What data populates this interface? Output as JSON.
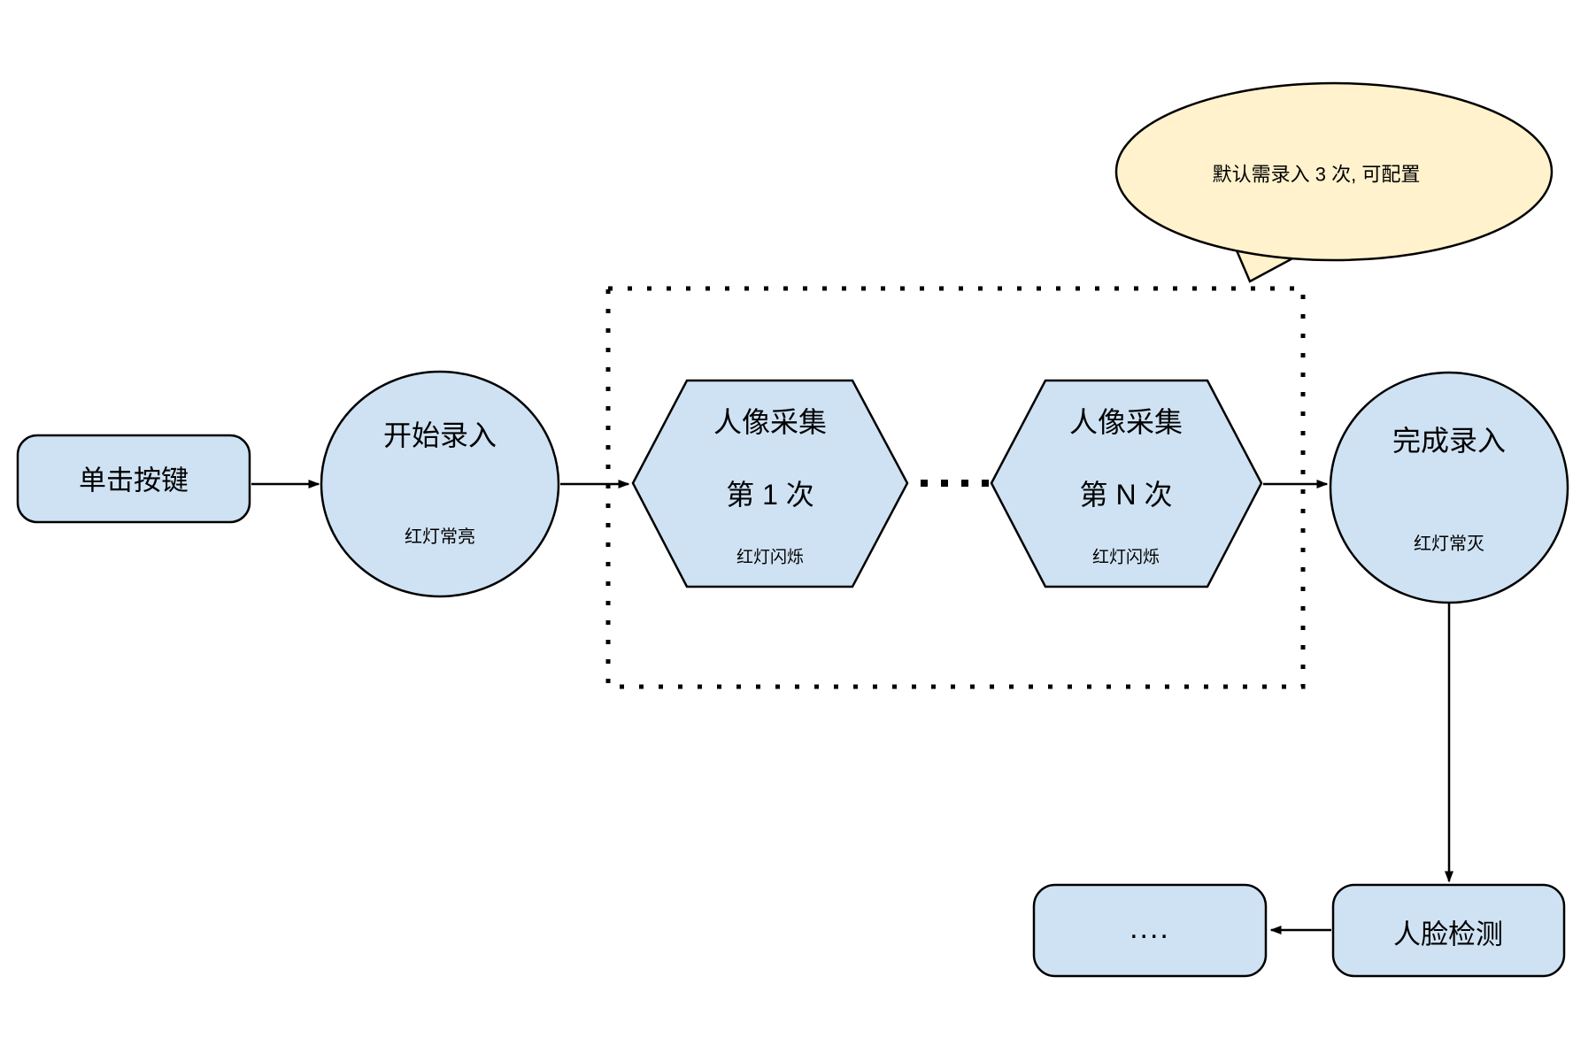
{
  "colors": {
    "background": "#ffffff",
    "node_fill": "#cfe2f3",
    "node_stroke": "#000000",
    "callout_fill": "#fff2cc",
    "connector": "#000000"
  },
  "nodes": {
    "click_button": {
      "label": "单击按键"
    },
    "start_enroll": {
      "label": "开始录入",
      "status": "红灯常亮"
    },
    "capture_1": {
      "line1": "人像采集",
      "line2": "第 1 次",
      "status": "红灯闪烁"
    },
    "capture_n": {
      "line1": "人像采集",
      "line2": "第 N 次",
      "status": "红灯闪烁"
    },
    "finish_enroll": {
      "label": "完成录入",
      "status": "红灯常灭"
    },
    "face_detection": {
      "label": "人脸检测"
    },
    "continuation": {
      "label": "...."
    }
  },
  "callout": {
    "text": "默认需录入 3 次, 可配置"
  }
}
